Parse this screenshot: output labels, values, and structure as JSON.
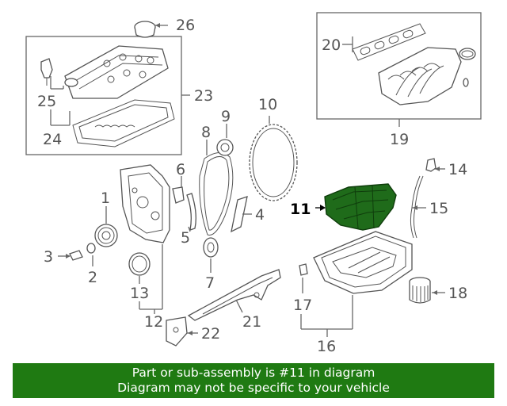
{
  "callouts": {
    "c1": "1",
    "c2": "2",
    "c3": "3",
    "c4": "4",
    "c5": "5",
    "c6": "6",
    "c7": "7",
    "c8": "8",
    "c9": "9",
    "c10": "10",
    "c11": "11",
    "c12": "12",
    "c13": "13",
    "c14": "14",
    "c15": "15",
    "c16": "16",
    "c17": "17",
    "c18": "18",
    "c19": "19",
    "c20": "20",
    "c21": "21",
    "c22": "22",
    "c23": "23",
    "c24": "24",
    "c25": "25",
    "c26": "26"
  },
  "highlight": {
    "part": "11",
    "color": "#1f6b1a"
  },
  "banner": {
    "line1": "Part or sub-assembly is #11 in diagram",
    "line2": "Diagram may not be specific to your vehicle",
    "color": "#1f7a12"
  }
}
